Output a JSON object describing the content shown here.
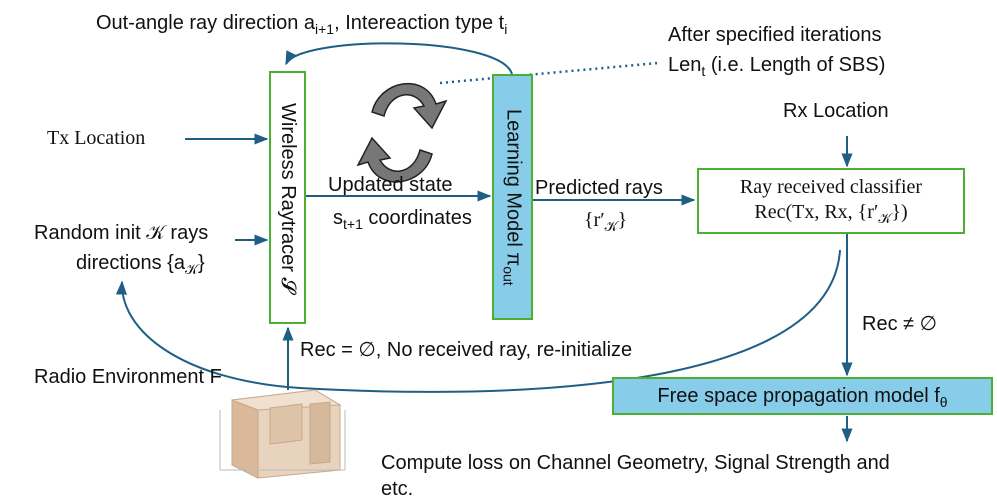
{
  "raytracer": {
    "label": "Wireless Raytracer 𝓢"
  },
  "learning_model": {
    "label_main": "Learning Model π",
    "label_sub": "out"
  },
  "classifier": {
    "line1": "Ray received classifier",
    "line2": "Rec(Tx, Rx, {r′",
    "line2_sub": "𝒦",
    "line2_end": "})"
  },
  "propagation": {
    "label": "Free space propagation model f",
    "label_sub": "θ"
  },
  "labels": {
    "out_angle": "Out-angle ray direction a",
    "out_angle_sub": "i+1",
    "out_angle_mid": ", Intereaction type t",
    "out_angle_sub2": "i",
    "after_iter_1": "After specified iterations",
    "after_iter_2": "Len",
    "after_iter_sub": "t",
    "after_iter_3": " (i.e. Length of SBS)",
    "tx_location": "Tx Location",
    "rx_location": "Rx Location",
    "random_init_1": "Random init 𝒦 rays",
    "random_init_2": "directions {a",
    "random_init_sub": "𝒦",
    "random_init_end": "}",
    "updated_state": "Updated state",
    "s_coord": "s",
    "s_coord_sub": "t+1",
    "s_coord_end": " coordinates",
    "predicted_rays": "Predicted rays",
    "predicted_set": "{r′",
    "predicted_set_sub": "𝒦",
    "predicted_set_end": "}",
    "rec_not_empty": "Rec ≠ ∅",
    "rec_empty": "Rec = ∅, No received ray, re-initialize",
    "radio_env": "Radio Environment F",
    "compute_loss_1": "Compute loss on Channel Geometry,  Signal Strength and",
    "compute_loss_2": "etc."
  },
  "colors": {
    "arrow": "#1f5f85",
    "box_border": "#4caf32",
    "highlight": "#87cdea",
    "cycle_fill": "#777777"
  },
  "icons": [
    "cycle-arrows-icon",
    "room-model-icon"
  ]
}
